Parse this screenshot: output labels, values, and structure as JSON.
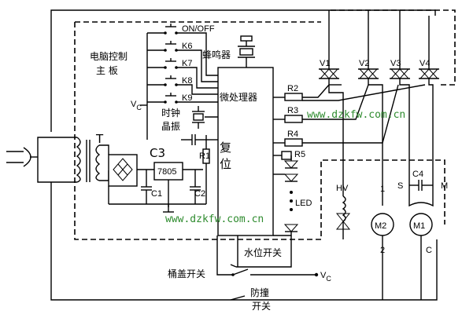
{
  "labels": {
    "on_off": "ON/OFF",
    "k6": "K6",
    "k7": "K7",
    "k8": "K8",
    "k9": "K9",
    "buzzer": "蜂鸣器",
    "board_line1": "电脑控制",
    "board_line2": "主  板",
    "vc_left_main": "V",
    "vc_left_sub": "C",
    "mcu": "微处理器",
    "clock_line1": "时钟",
    "clock_line2": "晶振",
    "c3": "C3",
    "reset_line1": "复",
    "reset_line2": "位",
    "t": "T",
    "reg_7805": "7805",
    "r1": "R1",
    "c1": "C1",
    "c2": "C2",
    "r2": "R2",
    "r3": "R3",
    "r4": "R4",
    "r5": "R5",
    "v1": "V1",
    "v2": "V2",
    "v3": "V3",
    "v4": "V4",
    "c4": "C4",
    "s": "S",
    "m": "M",
    "hv": "HV",
    "n1": "1",
    "n2": "2",
    "m2": "M2",
    "m1": "M1",
    "c_term": "C",
    "led": "LED",
    "water_switch": "水位开关",
    "lid_switch": "桶盖开关",
    "vc_bottom_main": "V",
    "vc_bottom_sub": "C",
    "anti_line1": "防撞",
    "anti_line2": "开关"
  },
  "watermarks": {
    "top": "www.dzkfw.com.cn",
    "bottom": "www.dzkfw.com.cn"
  }
}
